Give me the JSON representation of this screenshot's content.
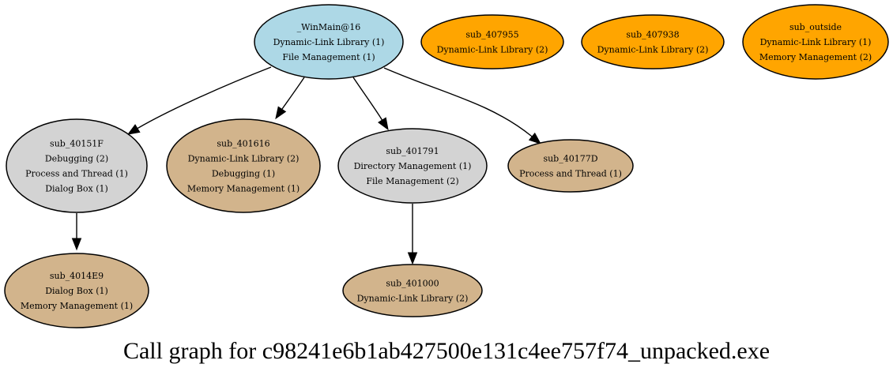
{
  "colors": {
    "entry": "#add8e6",
    "internal": "#d3d3d3",
    "leaf": "#d2b48c",
    "external": "#ffa500",
    "stroke": "#000000"
  },
  "caption": "Call graph for c98241e6b1ab427500e131c4ee757f74_unpacked.exe",
  "nodes": [
    {
      "id": "winmain",
      "kind": "entry",
      "lines": [
        "_WinMain@16",
        "Dynamic-Link Library (1)",
        "File Management (1)"
      ]
    },
    {
      "id": "sub_407955",
      "kind": "external",
      "lines": [
        "sub_407955",
        "Dynamic-Link Library (2)"
      ]
    },
    {
      "id": "sub_407938",
      "kind": "external",
      "lines": [
        "sub_407938",
        "Dynamic-Link Library (2)"
      ]
    },
    {
      "id": "sub_outside",
      "kind": "external",
      "lines": [
        "sub_outside",
        "Dynamic-Link Library (1)",
        "Memory Management (2)"
      ]
    },
    {
      "id": "sub_40151F",
      "kind": "internal",
      "lines": [
        "sub_40151F",
        "Debugging (2)",
        "Process and Thread (1)",
        "Dialog Box (1)"
      ]
    },
    {
      "id": "sub_401616",
      "kind": "leaf",
      "lines": [
        "sub_401616",
        "Dynamic-Link Library (2)",
        "Debugging (1)",
        "Memory Management (1)"
      ]
    },
    {
      "id": "sub_401791",
      "kind": "internal",
      "lines": [
        "sub_401791",
        "Directory Management (1)",
        "File Management (2)"
      ]
    },
    {
      "id": "sub_40177D",
      "kind": "leaf",
      "lines": [
        "sub_40177D",
        "Process and Thread (1)"
      ]
    },
    {
      "id": "sub_4014E9",
      "kind": "leaf",
      "lines": [
        "sub_4014E9",
        "Dialog Box (1)",
        "Memory Management (1)"
      ]
    },
    {
      "id": "sub_401000",
      "kind": "leaf",
      "lines": [
        "sub_401000",
        "Dynamic-Link Library (2)"
      ]
    }
  ],
  "edges": [
    {
      "from": "winmain",
      "to": "sub_40151F"
    },
    {
      "from": "winmain",
      "to": "sub_401616"
    },
    {
      "from": "winmain",
      "to": "sub_401791"
    },
    {
      "from": "winmain",
      "to": "sub_40177D"
    },
    {
      "from": "sub_40151F",
      "to": "sub_4014E9"
    },
    {
      "from": "sub_401791",
      "to": "sub_401000"
    }
  ]
}
